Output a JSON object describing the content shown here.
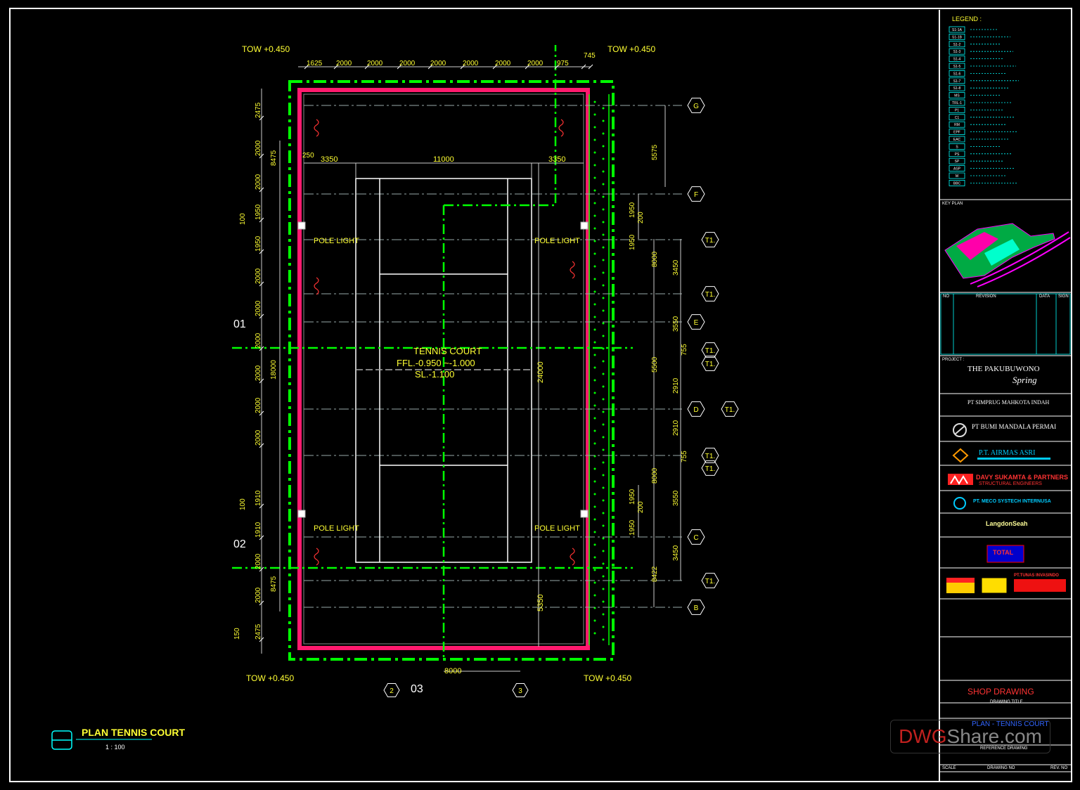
{
  "drawing": {
    "title": "PLAN TENNIS COURT",
    "scale": "1 : 100",
    "court_label": "TENNIS COURT",
    "ffl": "FFL.-0.950 ~-1.000",
    "sl": "SL.-1.100",
    "pole_light": "POLE LIGHT",
    "tow": "TOW +0.450",
    "section_marks": [
      "01",
      "02",
      "03"
    ],
    "top_dims": [
      "1625",
      "2000",
      "2000",
      "2000",
      "2000",
      "2000",
      "2000",
      "2000",
      "975",
      "745"
    ],
    "left_dims": [
      "2475",
      "2000",
      "2000",
      "1950",
      "1950",
      "2000",
      "2000",
      "2000",
      "2000",
      "2000",
      "2000",
      "1910",
      "1910",
      "2000",
      "2000",
      "2475"
    ],
    "left_extra": [
      "8475",
      "18000",
      "8475",
      "100",
      "100",
      "150",
      "250"
    ],
    "inner_dims": {
      "left": "3350",
      "center": "11000",
      "right": "3350",
      "length": "24000",
      "bottom": "8000",
      "lower_v": "5350"
    },
    "right_dims": [
      "5575",
      "1950",
      "200",
      "1950",
      "8000",
      "3450",
      "3550",
      "755",
      "5500",
      "2910",
      "2910",
      "755",
      "8000",
      "3550",
      "1950",
      "200",
      "1950",
      "3450",
      "8422"
    ],
    "grid_bubbles_right": [
      "G",
      "F",
      "T1.",
      "T1.",
      "E",
      "T1.",
      "T1.",
      "D",
      "T1.",
      "T1.",
      "T1.",
      "C",
      "T1.",
      "B"
    ],
    "grid_bubbles_bottom": [
      "2",
      "3"
    ]
  },
  "title_block": {
    "legend_title": "LEGEND :",
    "legend_codes": [
      "S1-1A",
      "S1-1B",
      "S1-2",
      "S1-3",
      "S1-4",
      "S1-5",
      "S1-6",
      "S1-7",
      "S1-8",
      "MS",
      "TRL-1",
      "P1",
      "C1",
      "RM",
      "EPF",
      "EAC",
      "S",
      "PS",
      "SP",
      "ASP",
      "M",
      "BBC"
    ],
    "key_plan": "KEY PLAN",
    "revision_headers": [
      "NO",
      "REVISION",
      "DATA",
      "SIGN"
    ],
    "project_label": "PROJECT :",
    "project_name": "THE PAKUBUWONO",
    "project_sub": "Spring",
    "owner": "PT SIMPRUG MAHKOTA INDAH",
    "construction_mgmt": "PT BUMI MANDALA PERMAI",
    "architect": "P.T. AIRMAS ASRI",
    "structure": "DAVY SUKAMTA & PARTNERS",
    "structure_sub": "STRUCTURAL ENGINEERS",
    "mep": "PT. MECO SYSTECH INTERNUSA",
    "qs": "LangdonSeah",
    "main_contractor": "TOTAL",
    "sub_contractor": "PT.TUNAS INVASINDO",
    "shop_drawing": "SHOP DRAWING",
    "drawing_title_label": "DRAWING TITLE",
    "drawing_title": "PLAN - TENNIS COURT",
    "reference": "REFERENCE DRAWING",
    "bottom_headers": [
      "SCALE",
      "DRAWING NO",
      "REV. NO"
    ]
  },
  "watermark": {
    "a": "DWG",
    "b": "Share.com"
  },
  "colors": {
    "green": "#00ff00",
    "magenta": "#ff0066",
    "cyan": "#00ffff",
    "yellow": "#ffff00",
    "white": "#ffffff"
  }
}
